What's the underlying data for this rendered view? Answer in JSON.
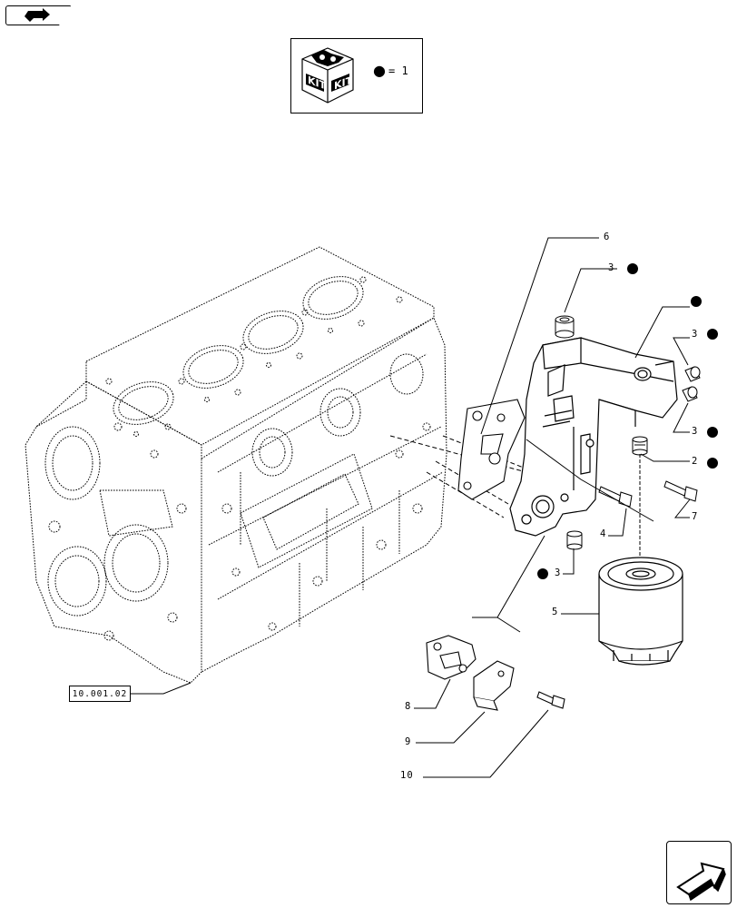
{
  "navigation": {
    "previous_icon": "arrow-back-icon",
    "next_icon": "arrow-forward-icon"
  },
  "kit_legend": {
    "kit_label_left": "KIT",
    "kit_label_right": "KIT",
    "marker": "●",
    "equals_text": "= 1"
  },
  "reference": {
    "label": "10.001.02"
  },
  "callouts": {
    "c1": "6",
    "c2": "3",
    "c3": "3",
    "c4": "3",
    "c5": "2",
    "c6": "7",
    "c7": "4",
    "c8": "3",
    "c9": "5",
    "c10": "8",
    "c11": "9",
    "c12": "10"
  },
  "colors": {
    "line": "#000000",
    "background": "#ffffff"
  }
}
